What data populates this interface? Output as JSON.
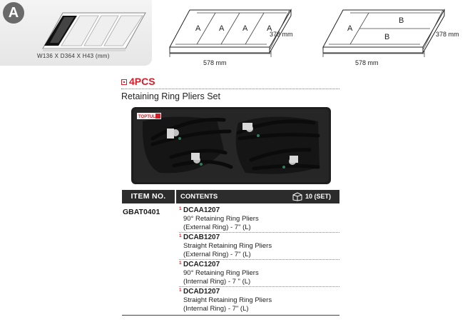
{
  "module": {
    "badge": "A",
    "dimensions": "W136 X D364 X H43 (mm)"
  },
  "tray_diagrams": [
    {
      "slots": [
        "A",
        "A",
        "A",
        "A"
      ],
      "width_label": "578 mm",
      "depth_label": "378 mm"
    },
    {
      "slots": [
        "A",
        "B",
        "B"
      ],
      "width_label": "578 mm",
      "depth_label": "378 mm"
    }
  ],
  "headline": {
    "count": "4PCS",
    "title": "Retaining Ring Pliers Set",
    "accent_color": "#d61e2a"
  },
  "tray_photo": {
    "brand": "TOPTUL"
  },
  "table": {
    "item_header": "ITEM NO.",
    "contents_header": "CONTENTS",
    "quantity": "10 (SET)",
    "quantity_icon": "box-icon",
    "item_number": "GBAT0401",
    "rows": [
      {
        "index": "1",
        "code": "DCAA1207",
        "line1": "90° Retaining Ring Pliers",
        "line2": "(External Ring) - 7\" (L)"
      },
      {
        "index": "1",
        "code": "DCAB1207",
        "line1": "Straight Retaining Ring Pliers",
        "line2": "(External Ring) - 7\" (L)"
      },
      {
        "index": "1",
        "code": "DCAC1207",
        "line1": "90° Retaining Ring Pliers",
        "line2": "(Internal Ring) - 7 \" (L)"
      },
      {
        "index": "1",
        "code": "DCAD1207",
        "line1": "Straight Retaining Ring Pliers",
        "line2": "(Internal Ring) - 7\" (L)"
      }
    ]
  }
}
